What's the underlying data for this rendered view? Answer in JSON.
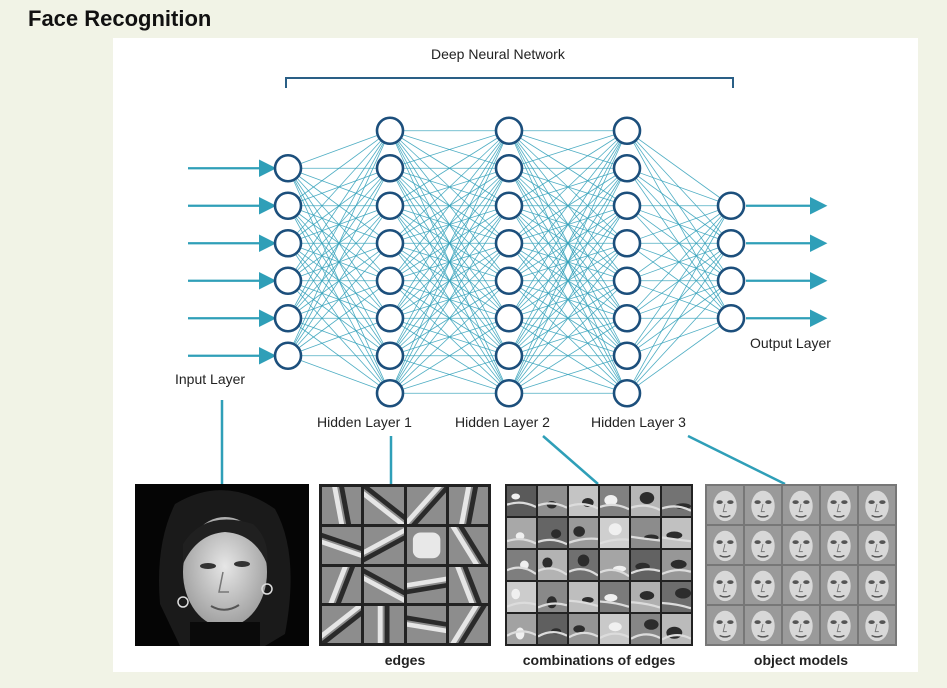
{
  "slide": {
    "title": "Face Recognition"
  },
  "diagram": {
    "network_label": "Deep Neural Network",
    "layers": [
      {
        "label": "Input Layer",
        "nodes": 6
      },
      {
        "label": "Hidden Layer 1",
        "nodes": 8
      },
      {
        "label": "Hidden Layer 2",
        "nodes": 8
      },
      {
        "label": "Hidden Layer 3",
        "nodes": 8
      },
      {
        "label": "Output Layer",
        "nodes": 4
      }
    ],
    "captions": {
      "edges": "edges",
      "combinations": "combinations of edges",
      "objects": "object models"
    },
    "colors": {
      "line": "#2f9fb8",
      "node": "#1c4f7c",
      "arrow": "#2f9fb8"
    }
  }
}
